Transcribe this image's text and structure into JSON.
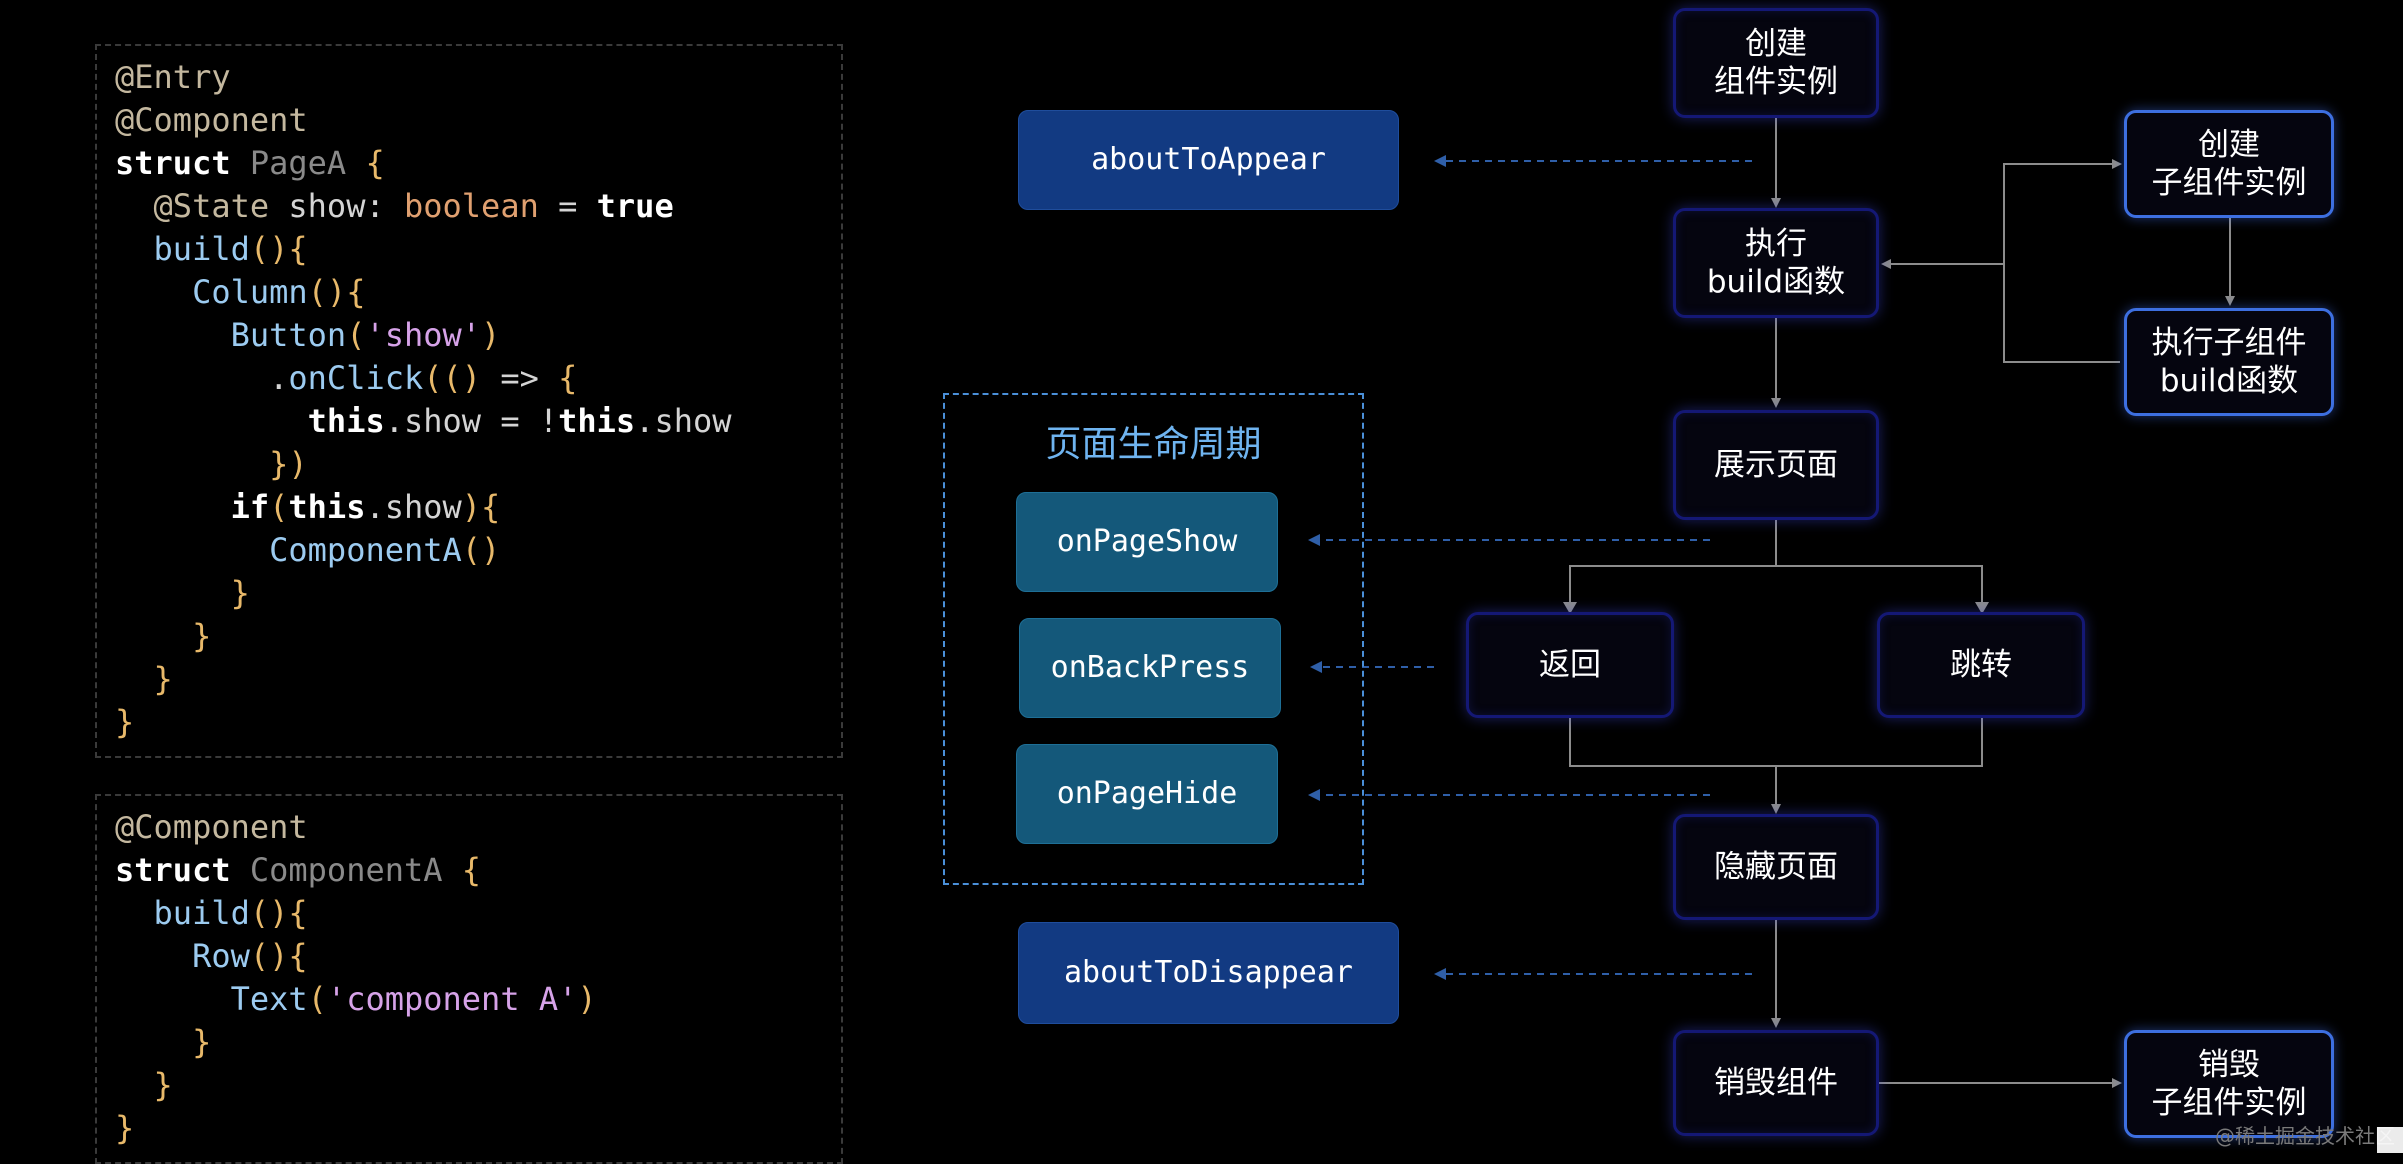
{
  "code_page_a": [
    [
      [
        "deco",
        "@Entry"
      ]
    ],
    [
      [
        "deco",
        "@Component"
      ]
    ],
    [
      [
        "kw",
        "struct"
      ],
      [
        "op",
        " "
      ],
      [
        "tn",
        "PageA"
      ],
      [
        "op",
        " "
      ],
      [
        "br",
        "{"
      ]
    ],
    [
      [
        "op",
        "  "
      ],
      [
        "deco",
        "@State"
      ],
      [
        "op",
        " show: "
      ],
      [
        "ty",
        "boolean"
      ],
      [
        "op",
        " = "
      ],
      [
        "kw",
        "true"
      ]
    ],
    [
      [
        "op",
        "  "
      ],
      [
        "fn",
        "build"
      ],
      [
        "br",
        "(){"
      ]
    ],
    [
      [
        "op",
        "    "
      ],
      [
        "fn",
        "Column"
      ],
      [
        "br",
        "(){"
      ]
    ],
    [
      [
        "op",
        "      "
      ],
      [
        "fn",
        "Button"
      ],
      [
        "br",
        "("
      ],
      [
        "str",
        "'show'"
      ],
      [
        "br",
        ")"
      ]
    ],
    [
      [
        "op",
        "        ."
      ],
      [
        "fn",
        "onClick"
      ],
      [
        "br",
        "(()"
      ],
      [
        "op",
        " => "
      ],
      [
        "br",
        "{"
      ]
    ],
    [
      [
        "op",
        "          "
      ],
      [
        "kw",
        "this"
      ],
      [
        "op",
        ".show = !"
      ],
      [
        "kw",
        "this"
      ],
      [
        "op",
        ".show"
      ]
    ],
    [
      [
        "op",
        "        "
      ],
      [
        "br",
        "})"
      ]
    ],
    [
      [
        "op",
        "      "
      ],
      [
        "kw",
        "if"
      ],
      [
        "br",
        "("
      ],
      [
        "kw",
        "this"
      ],
      [
        "op",
        ".show"
      ],
      [
        "br",
        "){"
      ]
    ],
    [
      [
        "op",
        "        "
      ],
      [
        "fn",
        "ComponentA"
      ],
      [
        "br",
        "()"
      ]
    ],
    [
      [
        "op",
        "      "
      ],
      [
        "br",
        "}"
      ]
    ],
    [
      [
        "op",
        "    "
      ],
      [
        "br",
        "}"
      ]
    ],
    [
      [
        "op",
        "  "
      ],
      [
        "br",
        "}"
      ]
    ],
    [
      [
        "br",
        "}"
      ]
    ]
  ],
  "code_component_a": [
    [
      [
        "deco",
        "@Component"
      ]
    ],
    [
      [
        "kw",
        "struct"
      ],
      [
        "op",
        " "
      ],
      [
        "tn",
        "ComponentA"
      ],
      [
        "op",
        " "
      ],
      [
        "br",
        "{"
      ]
    ],
    [
      [
        "op",
        "  "
      ],
      [
        "fn",
        "build"
      ],
      [
        "br",
        "(){"
      ]
    ],
    [
      [
        "op",
        "    "
      ],
      [
        "fn",
        "Row"
      ],
      [
        "br",
        "(){"
      ]
    ],
    [
      [
        "op",
        "      "
      ],
      [
        "fn",
        "Text"
      ],
      [
        "br",
        "("
      ],
      [
        "str",
        "'component A'"
      ],
      [
        "br",
        ")"
      ]
    ],
    [
      [
        "op",
        "    "
      ],
      [
        "br",
        "}"
      ]
    ],
    [
      [
        "op",
        "  "
      ],
      [
        "br",
        "}"
      ]
    ],
    [
      [
        "br",
        "}"
      ]
    ]
  ],
  "flow": {
    "create_instance": [
      "创建",
      "组件实例"
    ],
    "run_build": [
      "执行",
      "build函数"
    ],
    "show_page": "展示页面",
    "back": "返回",
    "jump": "跳转",
    "hide_page": "隐藏页面",
    "destroy": "销毁组件",
    "create_child": [
      "创建",
      "子组件实例"
    ],
    "run_child_build": [
      "执行子组件",
      "build函数"
    ],
    "destroy_child": [
      "销毁",
      "子组件实例"
    ]
  },
  "hooks": {
    "about_to_appear": "aboutToAppear",
    "about_to_disappear": "aboutToDisappear",
    "lifecycle_title": "页面生命周期",
    "on_page_show": "onPageShow",
    "on_back_press": "onBackPress",
    "on_page_hide": "onPageHide"
  },
  "watermark": "@稀土掘金技术社区",
  "colors": {
    "background": "#000000",
    "flow_border": "#141875",
    "side_border": "#3d6fe0",
    "hook_dark": "#123a82",
    "hook_teal": "#14587a",
    "lifecycle_title": "#6fb4f0"
  }
}
